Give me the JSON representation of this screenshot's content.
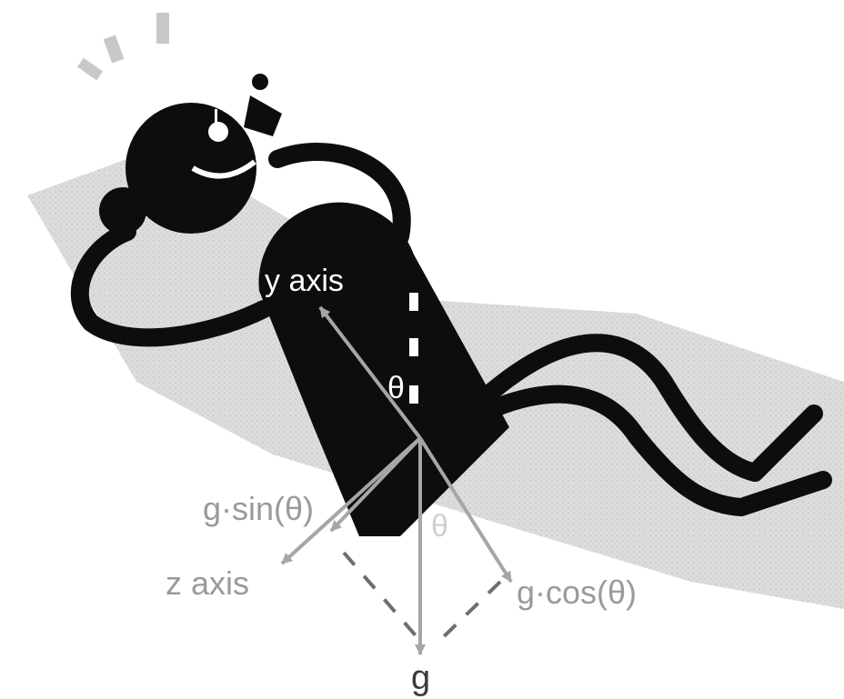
{
  "labels": {
    "y_axis": "y axis",
    "z_axis": "z axis",
    "theta_upper": "θ",
    "theta_lower": "θ",
    "g_sin": "g·sin(θ)",
    "g_cos": "g·cos(θ)",
    "g": "g"
  },
  "colors": {
    "figure": "#0d0d0d",
    "floor": "#d9d9d9",
    "vector": "#a6a6a6",
    "label_light": "#ffffff",
    "label_gray": "#9a9a9a",
    "label_dark": "#3a3a3a"
  }
}
